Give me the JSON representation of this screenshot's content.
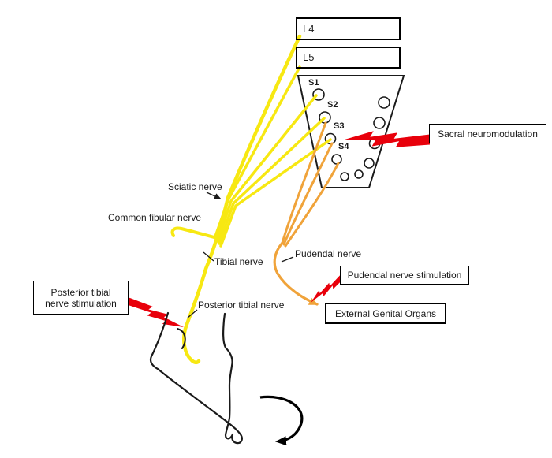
{
  "diagram": {
    "spine": {
      "l4": "L4",
      "l5": "L5",
      "foramina": [
        "S1",
        "S2",
        "S3",
        "S4"
      ]
    },
    "nerve_labels": {
      "sciatic": "Sciatic nerve",
      "common_fibular": "Common fibular nerve",
      "tibial": "Tibial nerve",
      "pudendal": "Pudendal nerve",
      "posterior_tibial": "Posterior tibial nerve"
    },
    "boxes": {
      "sacral": "Sacral neuromodulation",
      "pudendal_stim": "Pudendal nerve stimulation",
      "external_genital": "External Genital Organs",
      "ptns_line1": "Posterior tibial",
      "ptns_line2": "nerve stimulation"
    },
    "colors": {
      "nerve_yellow": "#f7e812",
      "nerve_orange": "#f0a33a",
      "bolt_red": "#e8000b",
      "outline": "#1a1a1a"
    }
  }
}
